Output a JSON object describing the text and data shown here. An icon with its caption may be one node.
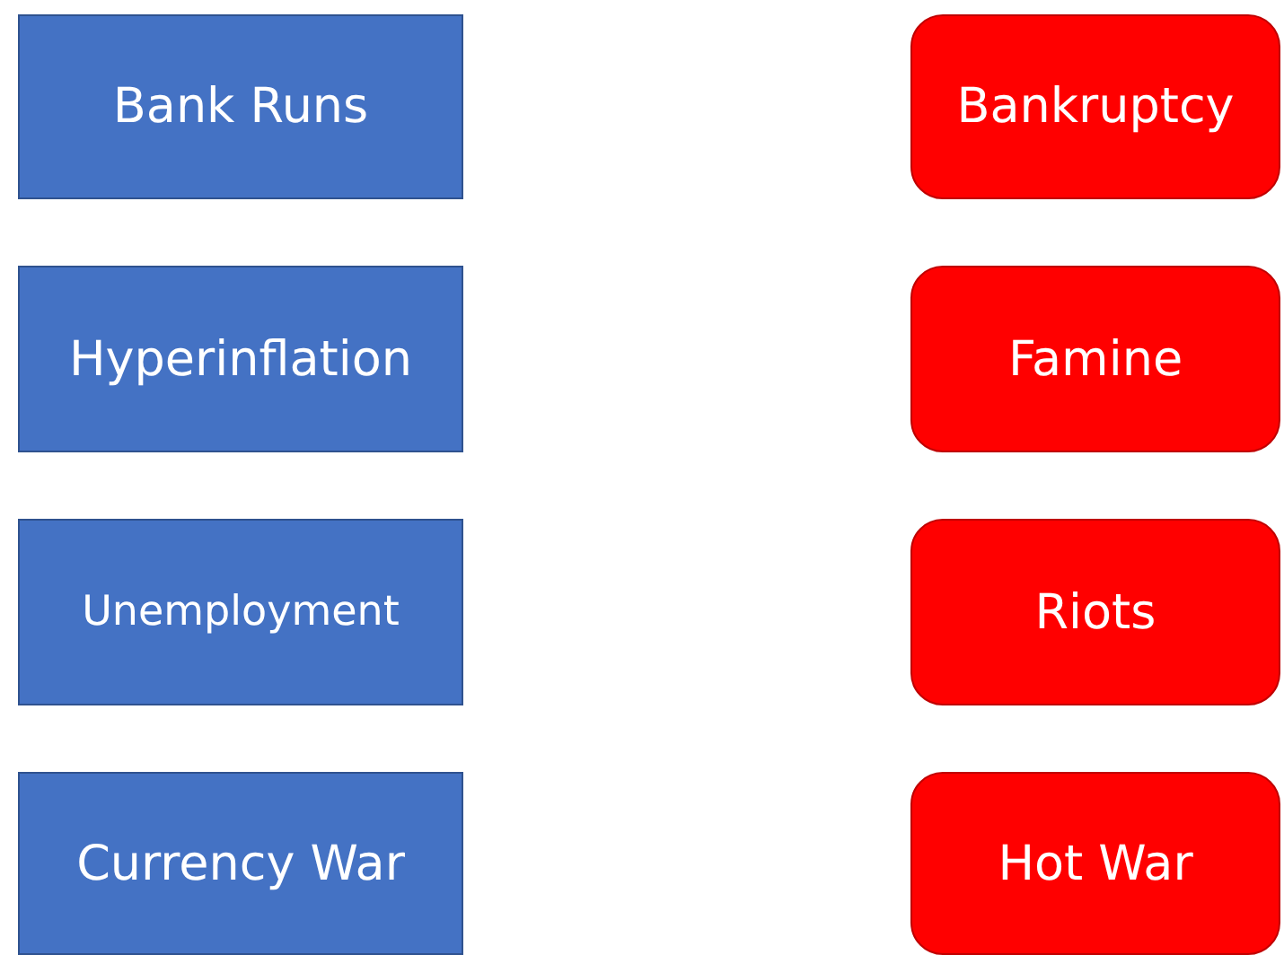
{
  "diagram": {
    "nodes": [
      {
        "text": [
          "Bank Runs"
        ]
      },
      {
        "text": [
          "Bankruptcy"
        ]
      },
      {
        "text": [
          "Hyperinflation"
        ]
      },
      {
        "text": [
          "Famine"
        ]
      },
      {
        "text": [
          "Unemployment"
        ]
      },
      {
        "text": [
          "Riots"
        ]
      },
      {
        "text": [
          "Currency War"
        ]
      },
      {
        "text": [
          "Hot War"
        ]
      }
    ]
  }
}
